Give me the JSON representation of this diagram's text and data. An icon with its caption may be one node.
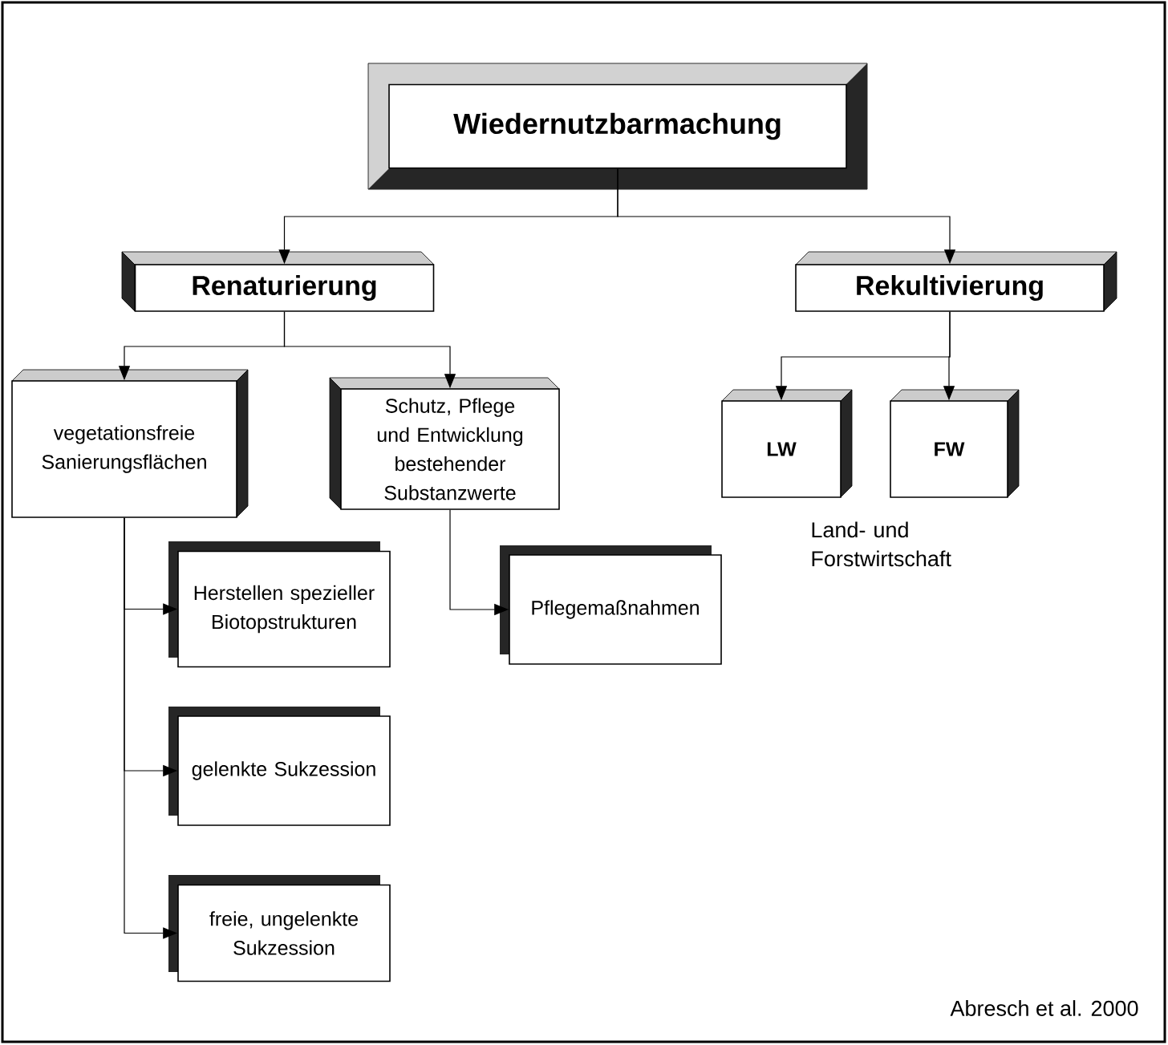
{
  "diagram": {
    "nodes": [
      {
        "text": [
          "Wiedernutzbarmachung"
        ]
      },
      {
        "text": [
          "Renaturierung"
        ]
      },
      {
        "text": [
          "Rekultivierung"
        ]
      },
      {
        "text": [
          "vegetationsfreie Sanierungsflächen"
        ]
      },
      {
        "text": [
          "Schutz, Pflege und Entwicklung bestehender Substanzwerte"
        ]
      },
      {
        "text": [
          "LW"
        ]
      },
      {
        "text": [
          "FW"
        ]
      },
      {
        "text": [
          "Herstellen spezieller Biotopstrukturen"
        ]
      },
      {
        "text": [
          "gelenkte Sukzession"
        ]
      },
      {
        "text": [
          "freie, ungelenkte Sukzession"
        ]
      },
      {
        "text": [
          "Pflegemaßnahmen"
        ]
      }
    ],
    "edges": [
      {
        "from": 0,
        "to": 1,
        "arrow": "to"
      },
      {
        "from": 0,
        "to": 2,
        "arrow": "to"
      },
      {
        "from": 1,
        "to": 3,
        "arrow": "to"
      },
      {
        "from": 1,
        "to": 4,
        "arrow": "to"
      },
      {
        "from": 2,
        "to": 5,
        "arrow": "to"
      },
      {
        "from": 2,
        "to": 6,
        "arrow": "to"
      },
      {
        "from": 3,
        "to": 7,
        "arrow": "to"
      },
      {
        "from": 3,
        "to": 8,
        "arrow": "to"
      },
      {
        "from": 3,
        "to": 9,
        "arrow": "to"
      },
      {
        "from": 4,
        "to": 10,
        "arrow": "to"
      }
    ],
    "labels": [
      "Land- und Forstwirtschaft",
      "Abresch et al. 2000"
    ]
  }
}
